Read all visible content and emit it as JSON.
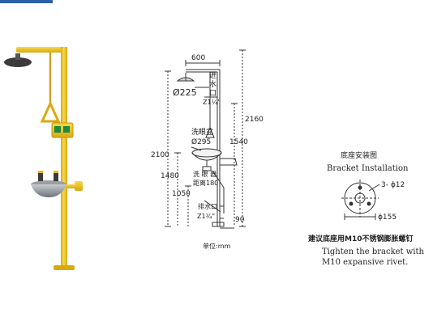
{
  "diagram": {
    "dimensions": {
      "top_width": "600",
      "showerhead_diameter": "Ø225",
      "total_height": "2160",
      "overall_height": "2100",
      "eyewash_height": "1540",
      "bowl_height": "1480",
      "drain_height": "1050",
      "base_offset": "90"
    },
    "labels": {
      "water_inlet": [
        "进",
        "水",
        "口"
      ],
      "inlet_thread": "Z1¼\"",
      "eyewash_bowl": "洗眼盆",
      "bowl_diameter": "Ø295",
      "eyewash_distance_line1": "洗 眼 器",
      "eyewash_distance_line2": "距离180",
      "drain_outlet": "排水口",
      "drain_thread": "Z1¼\"",
      "unit": "单位:mm"
    }
  },
  "bracket": {
    "title_cn": "底座安装图",
    "title_en": "Bracket Installation",
    "holes": "3- ϕ12",
    "diameter": "ϕ155",
    "note_cn": "建议底座用M10不锈钢膨胀螺钉",
    "note_en_line1": "Tighten the bracket with",
    "note_en_line2": "M10 expansive rivet."
  },
  "colors": {
    "pipe_yellow": "#f2c81c",
    "bowl_steel": "#8a8d92",
    "head_dark": "#3a3a3a",
    "accent_blue": "#2b5fa8"
  }
}
